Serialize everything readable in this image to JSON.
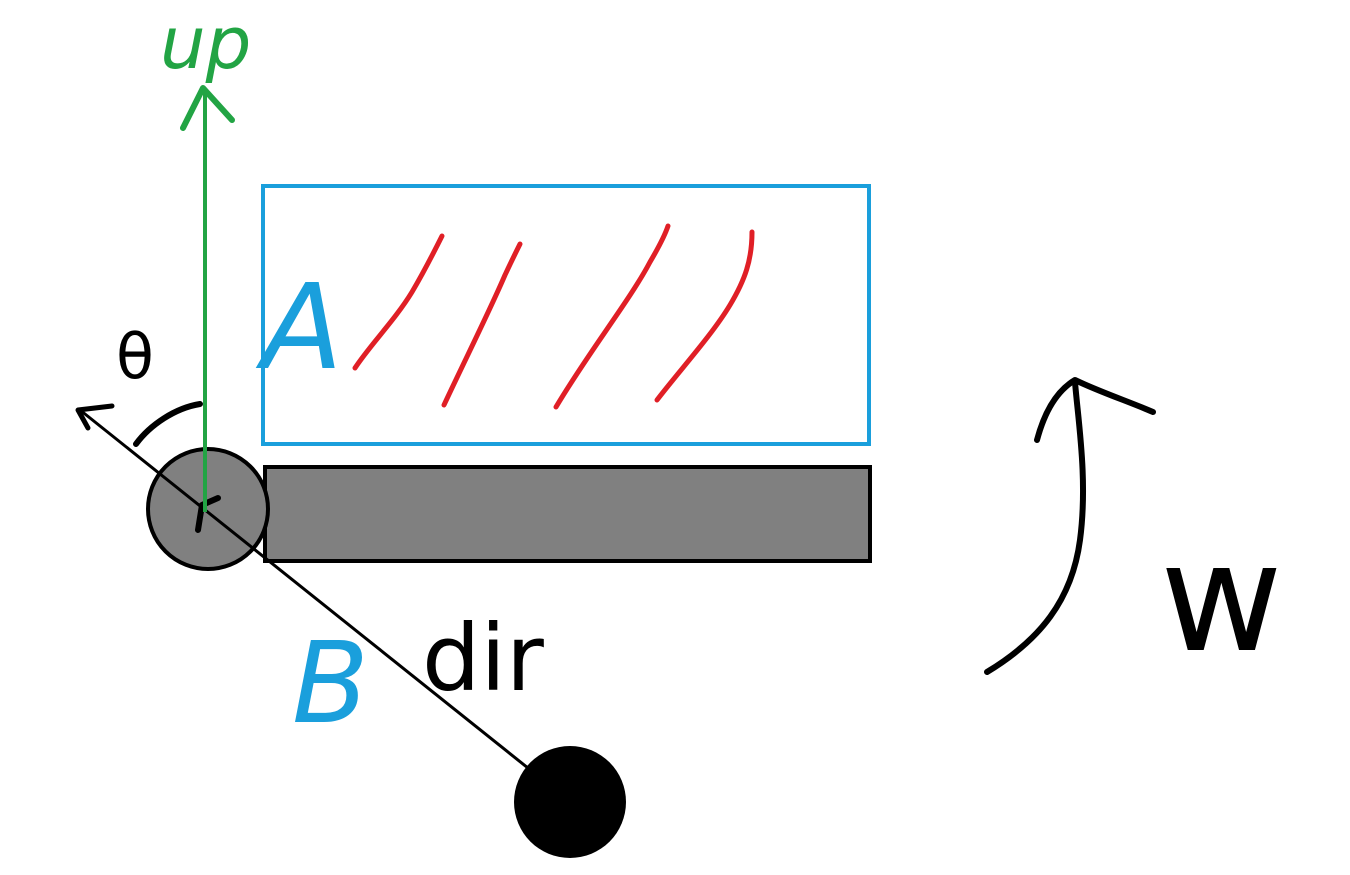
{
  "labels": {
    "up": "up",
    "theta": "θ",
    "region_a": "A",
    "region_b": "B",
    "dir": "dir",
    "omega": "w"
  },
  "colors": {
    "up_vector": "#22a444",
    "region_outline": "#1a9fdc",
    "hatch": "#e01f26",
    "paddle_fill": "#808080",
    "ink": "#000000"
  }
}
